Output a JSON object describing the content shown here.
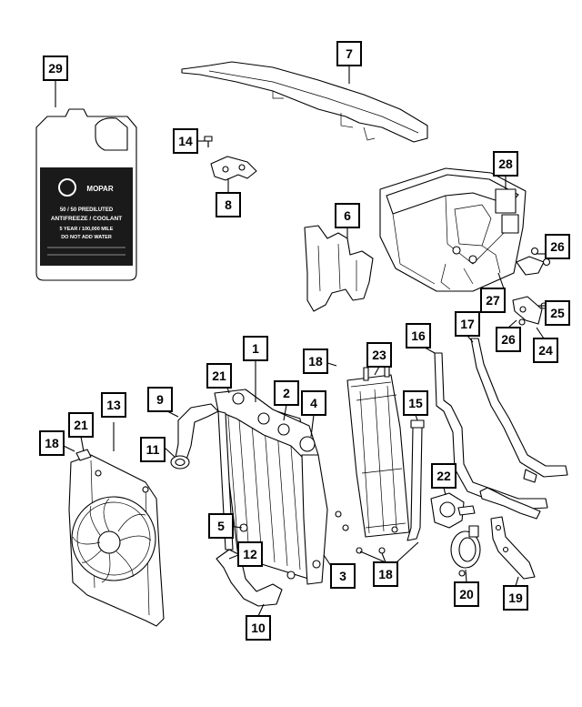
{
  "callouts": {
    "c1": "1",
    "c2": "2",
    "c3": "3",
    "c4": "4",
    "c5": "5",
    "c6": "6",
    "c7": "7",
    "c8": "8",
    "c9": "9",
    "c10": "10",
    "c11": "11",
    "c12": "12",
    "c13": "13",
    "c14": "14",
    "c15": "15",
    "c16": "16",
    "c17": "17",
    "c18a": "18",
    "c18b": "18",
    "c18c": "18",
    "c19": "19",
    "c20": "20",
    "c21a": "21",
    "c21b": "21",
    "c22": "22",
    "c23": "23",
    "c24": "24",
    "c25": "25",
    "c26a": "26",
    "c26b": "26",
    "c27": "27",
    "c28": "28",
    "c29": "29"
  },
  "jug_label": {
    "brand": "MOPAR",
    "line1": "50 / 50 PREDILUTED",
    "line2": "ANTIFREEZE / COOLANT",
    "line3": "5 YEAR / 100,000 MILE",
    "line4": "DO NOT ADD WATER"
  },
  "colors": {
    "line": "#000000",
    "background": "#ffffff",
    "jug_label": "#1a1a1a"
  }
}
